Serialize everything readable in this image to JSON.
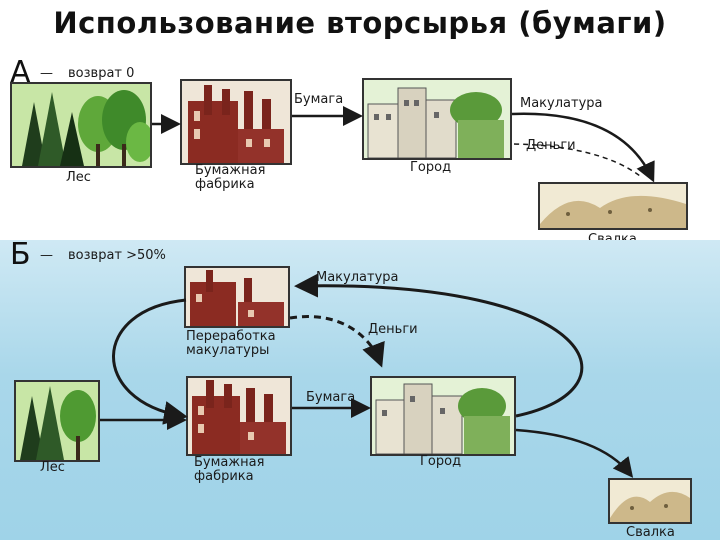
{
  "title": "Использование вторсырья (бумаги)",
  "panel_a": {
    "letter": "А",
    "dash": "—",
    "return_text": "возврат 0",
    "forest": "Лес",
    "factory": [
      "Бумажная",
      "фабрика"
    ],
    "paper": "Бумага",
    "city": "Город",
    "waste_paper": "Макулатура",
    "money": "Деньги",
    "dump": "Свалка"
  },
  "panel_b": {
    "letter": "Б",
    "dash": "—",
    "return_text": "возврат >50%",
    "recycling": [
      "Переработка",
      "макулатуры"
    ],
    "waste_paper": "Макулатура",
    "money": "Деньги",
    "forest": "Лес",
    "factory": [
      "Бумажная",
      "фабрика"
    ],
    "paper": "Бумага",
    "city": "Город",
    "dump": "Свалка"
  },
  "colors": {
    "panel_b_background": "#a9d7ea",
    "factory": "#8b2b22",
    "forest": "#2f6b2a",
    "arrow": "#1a1a1a"
  }
}
